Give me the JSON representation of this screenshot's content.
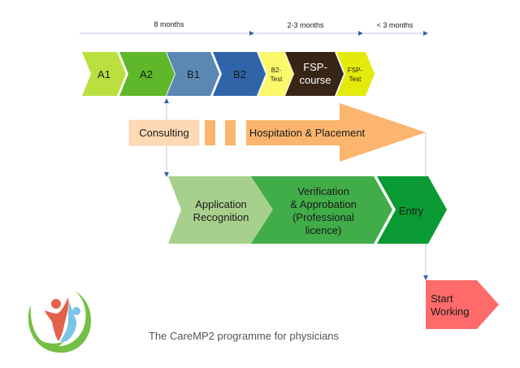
{
  "diagram": {
    "caption": "The CareMP2 programme for physicians",
    "timeline": [
      {
        "label": "8 months"
      },
      {
        "label": "2-3 months"
      },
      {
        "label": "< 3 months"
      }
    ],
    "language_steps": [
      {
        "label": "A1",
        "color": "#b9e03f"
      },
      {
        "label": "A2",
        "color": "#5eb82a"
      },
      {
        "label": "B1",
        "color": "#5b87b5"
      },
      {
        "label": "B2",
        "color": "#2f64a8"
      },
      {
        "label_line1": "B2-",
        "label_line2": "Test",
        "color": "#fbf96a"
      },
      {
        "label_line1": "FSP-",
        "label_line2": "course",
        "color": "#372516"
      },
      {
        "label_line1": "FSP-",
        "label_line2": "Test",
        "color": "#e4ea0b"
      }
    ],
    "support": {
      "consulting": {
        "label": "Consulting",
        "color": "#fdd9b5"
      },
      "hospitation": {
        "label": "Hospitation & Placement",
        "color": "#fbb56e"
      }
    },
    "licensing_steps": [
      {
        "line1": "Application",
        "line2": "Recognition",
        "color": "#a8d08d"
      },
      {
        "line1": "Verification",
        "line2": "& Approbation",
        "line3": "(Professional",
        "line4": "licence)",
        "color": "#41ad49"
      },
      {
        "label": "Entry",
        "color": "#0a9a33"
      }
    ],
    "final_step": {
      "line1": "Start",
      "line2": "Working",
      "color": "#ff6a6a"
    },
    "colors": {
      "connector": "#c5d4e6",
      "arrowhead": "#2f64a8",
      "caption_text": "#555555"
    }
  }
}
